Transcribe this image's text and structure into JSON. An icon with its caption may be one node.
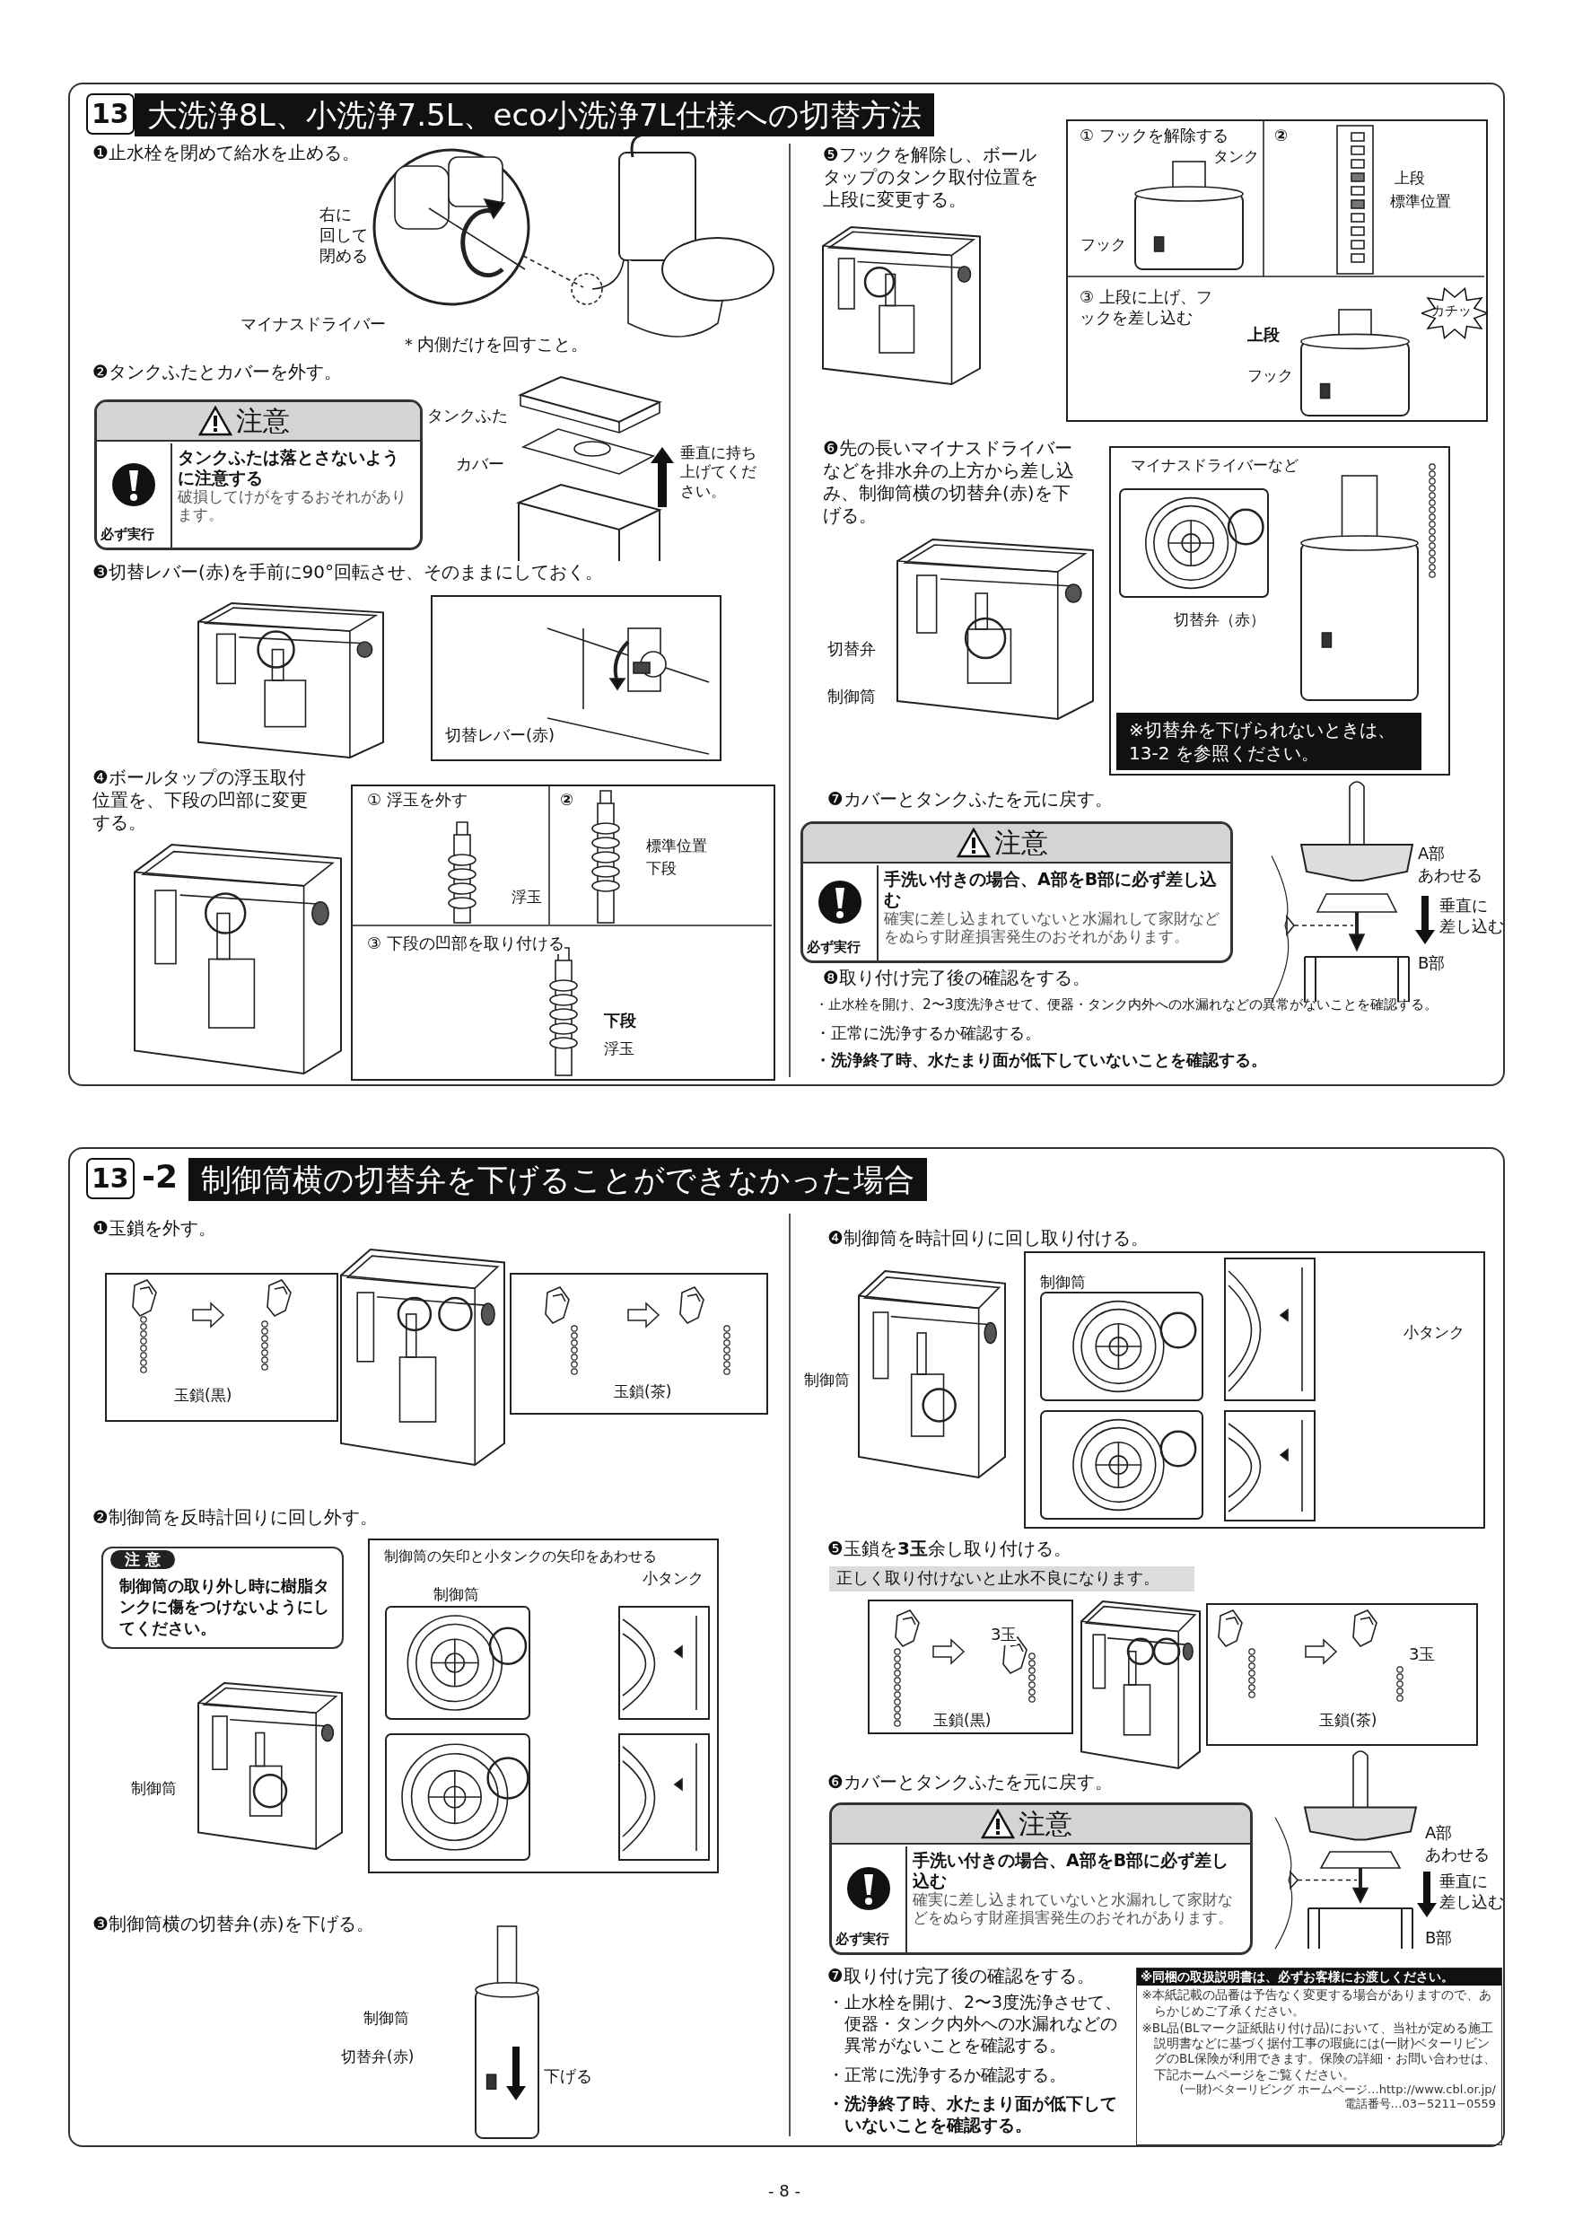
{
  "diagram": {
    "nodes": [
      {
        "text": [
          "13",
          "大洗浄8L、小洗浄7.5L、eco小洗浄7L仕様への切替方法"
        ]
      },
      {
        "text": [
          "注意",
          "必ず実行",
          "タンクふたは落とさないように注意する",
          "破損してけがをするおそれがあります。"
        ],
        "in": 0
      },
      {
        "text": [
          "切替レバー(赤)"
        ],
        "in": 0
      },
      {
        "text": [
          "① 浮玉を外す",
          "②",
          "浮玉",
          "標準位置",
          "下段",
          "③ 下段の凹部を取り付ける",
          "下段",
          "浮玉"
        ],
        "in": 0
      },
      {
        "text": [
          "① フックを解除する",
          "タンク",
          "フック",
          "②",
          "上段",
          "標準位置",
          "③ 上段に上げ、フックを差し込む",
          "上段",
          "フック"
        ],
        "in": 0
      },
      {
        "text": [
          "カチッ"
        ],
        "in": 4
      },
      {
        "text": [
          "マイナスドライバーなど",
          "切替弁（赤）"
        ],
        "in": 0
      },
      {
        "text": [
          "※切替弁を下げられないときは、13-2 を参照ください。"
        ],
        "in": 6
      },
      {
        "text": [
          "注意",
          "必ず実行",
          "手洗い付きの場合、A部をB部に必ず差し込む",
          "確実に差し込まれていないと水漏れして家財などをぬらす財産損害発生のおそれがあります。"
        ],
        "in": 0
      },
      {
        "text": [
          "13",
          "-2",
          "制御筒横の切替弁を下げることができなかった場合"
        ]
      },
      {
        "text": [
          "玉鎖(黒)"
        ],
        "in": 9
      },
      {
        "text": [
          "玉鎖(茶)"
        ],
        "in": 9
      },
      {
        "text": [
          "注 意",
          "制御筒の取り外し時に樹脂タンクに傷をつけないようにしてください。"
        ],
        "in": 9
      },
      {
        "text": [
          "制御筒の矢印と小タンクの矢印をあわせる",
          "小タンク",
          "制御筒"
        ],
        "in": 9
      },
      {
        "text": [
          "制御筒",
          "小タンク"
        ],
        "in": 9
      },
      {
        "text": [
          "正しく取り付けないと止水不良になります。"
        ],
        "in": 9
      },
      {
        "text": [
          "3玉",
          "玉鎖(黒)"
        ],
        "in": 9
      },
      {
        "text": [
          "3玉",
          "玉鎖(茶)"
        ],
        "in": 9
      },
      {
        "text": [
          "注意",
          "必ず実行",
          "手洗い付きの場合、A部をB部に必ず差し込む",
          "確実に差し込まれていないと水漏れして家財などをぬらす財産損害発生のおそれがあります。"
        ],
        "in": 9
      },
      {
        "text": [
          "※同梱の取扱説明書は、必ずお客様にお渡しください。",
          "※本紙記載の品番は予告なく変更する場合がありますので、あらかじめご了承ください。",
          "※BL品(BLマーク証紙貼り付け品)において、当社が定める施工説明書などに基づく据付工事の瑕疵には(一財)ベターリビングのBL保険が利用できます。保険の詳細・お問い合わせは、下記ホームページをご覧ください。",
          "(一財)ベターリビング ホームページ…http://www.cbl.or.jp/",
          "電話番号…03−5211−0559"
        ],
        "in": 9
      }
    ],
    "labels": [
      "❶止水栓を閉めて給水を止める。",
      "右に",
      "回して",
      "閉める",
      "マイナスドライバー",
      "＊内側だけを回すこと。",
      "❷タンクふたとカバーを外す。",
      "タンクふた",
      "カバー",
      "垂直に持ち上げてください。",
      "❸切替レバー(赤)を手前に90°回転させ、そのままにしておく。",
      "❹ボールタップの浮玉取付位置を、下段の凹部に変更する。",
      "❺フックを解除し、ボールタップのタンク取付位置を上段に変更する。",
      "❻先の長いマイナスドライバーなどを排水弁の上方から差し込み、制御筒横の切替弁(赤)を下げる。",
      "切替弁",
      "制御筒",
      "❼カバーとタンクふたを元に戻す。",
      "A部",
      "あわせる",
      "垂直に",
      "差し込む",
      "B部",
      "❽取り付け完了後の確認をする。",
      "・止水栓を開け、2〜3度洗浄させて、便器・タンク内外への水漏れなどの異常がないことを確認する。",
      "・正常に洗浄するか確認する。",
      "・洗浄終了時、水たまり面が低下していないことを確認する。",
      "❶玉鎖を外す。",
      "❷制御筒を反時計回りに回し外す。",
      "制御筒",
      "❸制御筒横の切替弁(赤)を下げる。",
      "制御筒",
      "切替弁(赤)",
      "下げる",
      "❹制御筒を時計回りに回し取り付ける。",
      "制御筒",
      "❺玉鎖を**3玉**余し取り付ける。",
      "❻カバーとタンクふたを元に戻す。",
      "A部",
      "あわせる",
      "垂直に",
      "差し込む",
      "B部",
      "❼取り付け完了後の確認をする。",
      "・止水栓を開け、2〜3度洗浄させて、便器・タンク内外への水漏れなどの異常がないことを確認する。",
      "・正常に洗浄するか確認する。",
      "・洗浄終了時、水たまり面が低下していないことを確認する。",
      "- 8 -"
    ]
  }
}
